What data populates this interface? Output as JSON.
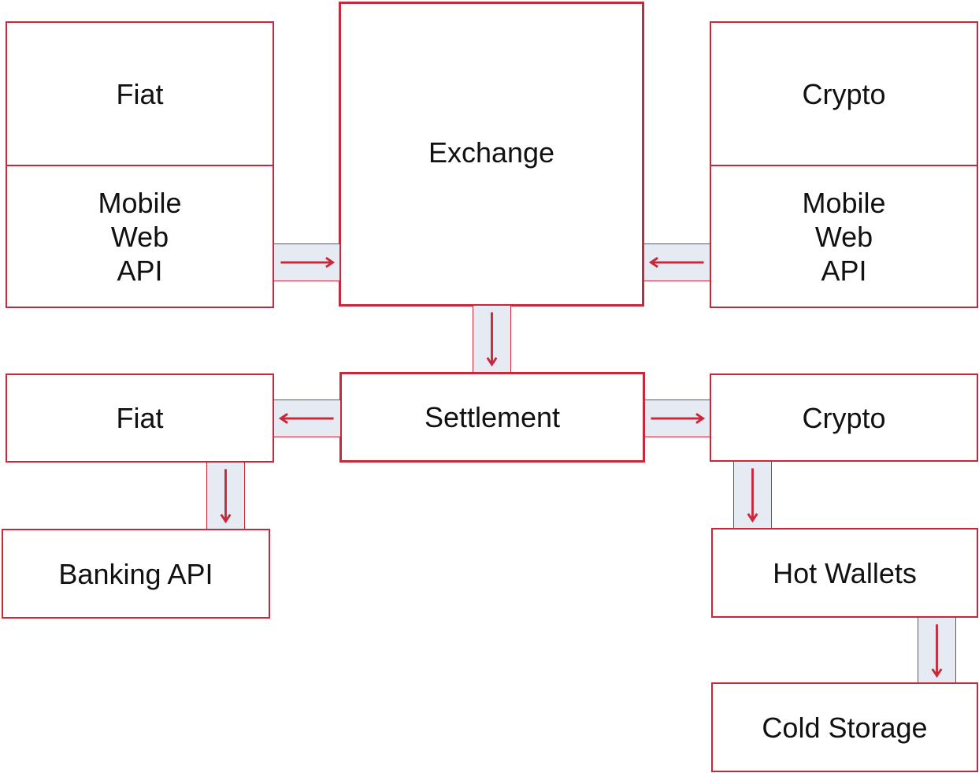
{
  "colors": {
    "accent": "#c8283a",
    "connector_fill": "#e6eaf2",
    "text": "#111111"
  },
  "top_left": {
    "title": "Fiat",
    "channels": [
      "Mobile",
      "Web",
      "API"
    ]
  },
  "center": {
    "exchange": "Exchange",
    "settlement": "Settlement"
  },
  "top_right": {
    "title": "Crypto",
    "channels": [
      "Mobile",
      "Web",
      "API"
    ]
  },
  "bottom_left": {
    "fiat": "Fiat",
    "banking": "Banking API"
  },
  "bottom_right": {
    "crypto": "Crypto",
    "hot_wallets": "Hot Wallets",
    "cold_storage": "Cold Storage"
  },
  "arrows": [
    {
      "id": "fiat-to-exchange",
      "direction": "right"
    },
    {
      "id": "crypto-to-exchange",
      "direction": "left"
    },
    {
      "id": "exchange-to-settlement",
      "direction": "down"
    },
    {
      "id": "settlement-to-fiat",
      "direction": "left"
    },
    {
      "id": "settlement-to-crypto",
      "direction": "right"
    },
    {
      "id": "fiat-to-banking",
      "direction": "down"
    },
    {
      "id": "crypto-to-hot-wallets",
      "direction": "down"
    },
    {
      "id": "hot-wallets-to-cold-storage",
      "direction": "down"
    }
  ]
}
